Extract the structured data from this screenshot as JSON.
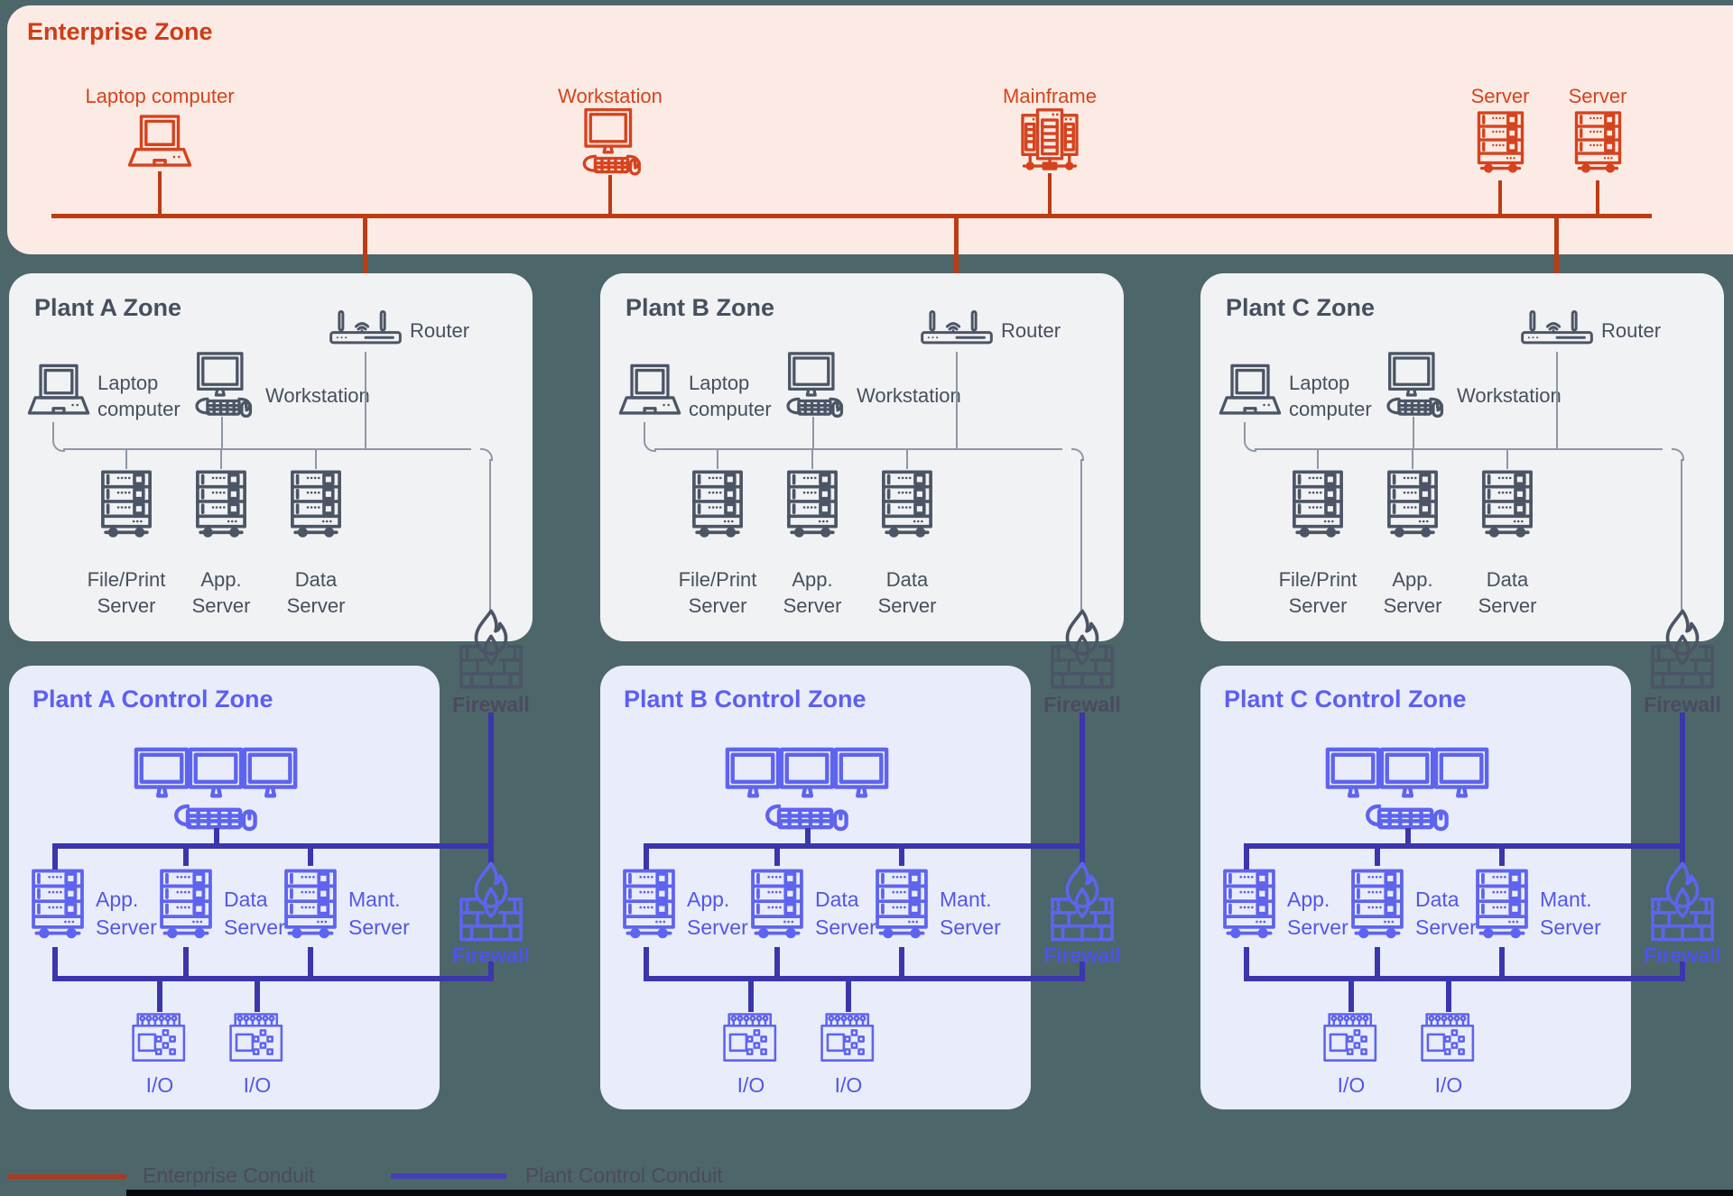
{
  "page": {
    "background": "#4d666a",
    "legend": {
      "enterprise": {
        "label": "Enterprise Conduit",
        "color": "#a93a1f"
      },
      "plant_control": {
        "label": "Plant Control Conduit",
        "color": "#4440b4"
      }
    }
  },
  "colors": {
    "enterprise_bg": "#fcebe4",
    "enterprise_accent": "#d5431e",
    "enterprise_title": "#cf3c17",
    "enterprise_conduit": "#bc3c16",
    "plant_bg": "#f1f2f4",
    "plant_accent": "#4b5565",
    "plant_connector": "#8e97a5",
    "control_bg": "#e9ecfa",
    "control_accent": "#5e64ee",
    "control_conduit": "#3b36ab"
  },
  "enterprise_zone": {
    "title": "Enterprise Zone",
    "devices": [
      {
        "icon": "laptop-icon",
        "label": "Laptop computer"
      },
      {
        "icon": "workstation-icon",
        "label": "Workstation"
      },
      {
        "icon": "mainframe-icon",
        "label": "Mainframe"
      },
      {
        "icon": "server-icon",
        "label": "Server"
      },
      {
        "icon": "server-icon",
        "label": "Server"
      }
    ]
  },
  "plant_zones": [
    {
      "title": "Plant A Zone",
      "laptop": {
        "line1": "Laptop",
        "line2": "computer"
      },
      "workstation": "Workstation",
      "router": "Router",
      "servers": [
        {
          "line1": "File/Print",
          "line2": "Server"
        },
        {
          "line1": "App.",
          "line2": "Server"
        },
        {
          "line1": "Data",
          "line2": "Server"
        }
      ],
      "firewall": "Firewall"
    },
    {
      "title": "Plant B Zone",
      "laptop": {
        "line1": "Laptop",
        "line2": "computer"
      },
      "workstation": "Workstation",
      "router": "Router",
      "servers": [
        {
          "line1": "File/Print",
          "line2": "Server"
        },
        {
          "line1": "App.",
          "line2": "Server"
        },
        {
          "line1": "Data",
          "line2": "Server"
        }
      ],
      "firewall": "Firewall"
    },
    {
      "title": "Plant C Zone",
      "laptop": {
        "line1": "Laptop",
        "line2": "computer"
      },
      "workstation": "Workstation",
      "router": "Router",
      "servers": [
        {
          "line1": "File/Print",
          "line2": "Server"
        },
        {
          "line1": "App.",
          "line2": "Server"
        },
        {
          "line1": "Data",
          "line2": "Server"
        }
      ],
      "firewall": "Firewall"
    }
  ],
  "control_zones": [
    {
      "title": "Plant A Control Zone",
      "servers": [
        {
          "line1": "App.",
          "line2": "Server"
        },
        {
          "line1": "Data",
          "line2": "Server"
        },
        {
          "line1": "Mant.",
          "line2": "Server"
        }
      ],
      "io_units": [
        "I/O",
        "I/O"
      ],
      "firewall": "Firewall"
    },
    {
      "title": "Plant B Control Zone",
      "servers": [
        {
          "line1": "App.",
          "line2": "Server"
        },
        {
          "line1": "Data",
          "line2": "Server"
        },
        {
          "line1": "Mant.",
          "line2": "Server"
        }
      ],
      "io_units": [
        "I/O",
        "I/O"
      ],
      "firewall": "Firewall"
    },
    {
      "title": "Plant C Control Zone",
      "servers": [
        {
          "line1": "App.",
          "line2": "Server"
        },
        {
          "line1": "Data",
          "line2": "Server"
        },
        {
          "line1": "Mant.",
          "line2": "Server"
        }
      ],
      "io_units": [
        "I/O",
        "I/O"
      ],
      "firewall": "Firewall"
    }
  ]
}
